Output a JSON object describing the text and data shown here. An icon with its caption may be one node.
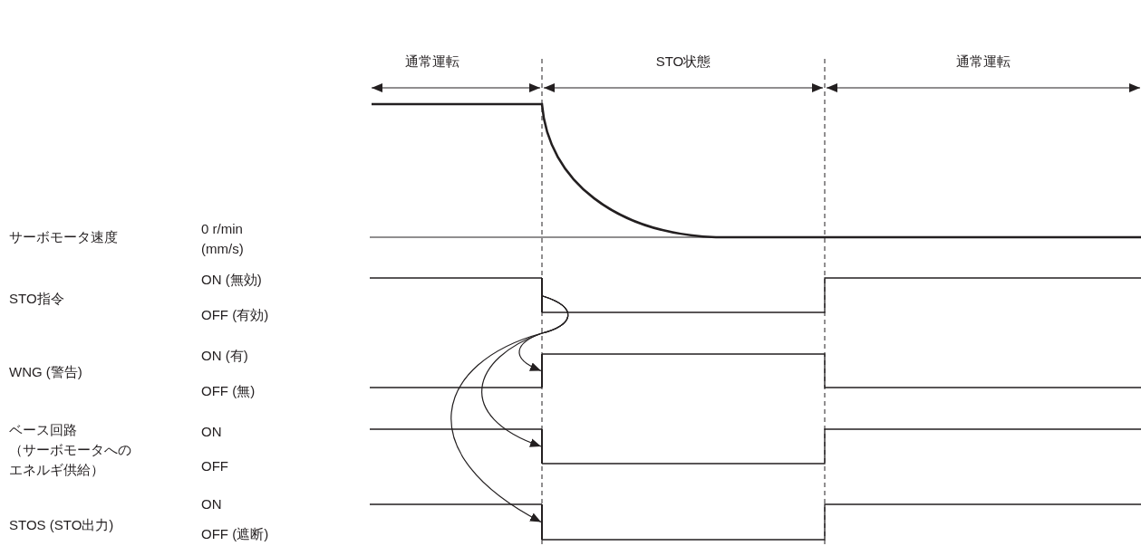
{
  "diagram": {
    "nodes": [
      {
        "text": [],
        "shape": "bar"
      },
      {
        "text": [],
        "shape": "bar"
      },
      {
        "text": [],
        "shape": "bar"
      },
      {
        "text": [],
        "shape": "bar"
      }
    ],
    "edges": [
      {
        "from": 0,
        "to": 1,
        "arrow": "to"
      },
      {
        "from": 0,
        "to": 2,
        "arrow": "to"
      },
      {
        "from": 0,
        "to": 3,
        "arrow": "to"
      }
    ],
    "labels": [
      "通常運転",
      "STO状態",
      "通常運転",
      "サーボモータ速度",
      "0 r/min (mm/s)",
      "STO指令",
      "ON (無効)",
      "OFF (有効)",
      "WNG (警告)",
      "ON (有)",
      "OFF (無)",
      "ベース回路（サーボモータへのエネルギ供給）",
      "ON",
      "OFF",
      "STOS (STO出力)",
      "ON",
      "OFF (遮断)"
    ]
  }
}
